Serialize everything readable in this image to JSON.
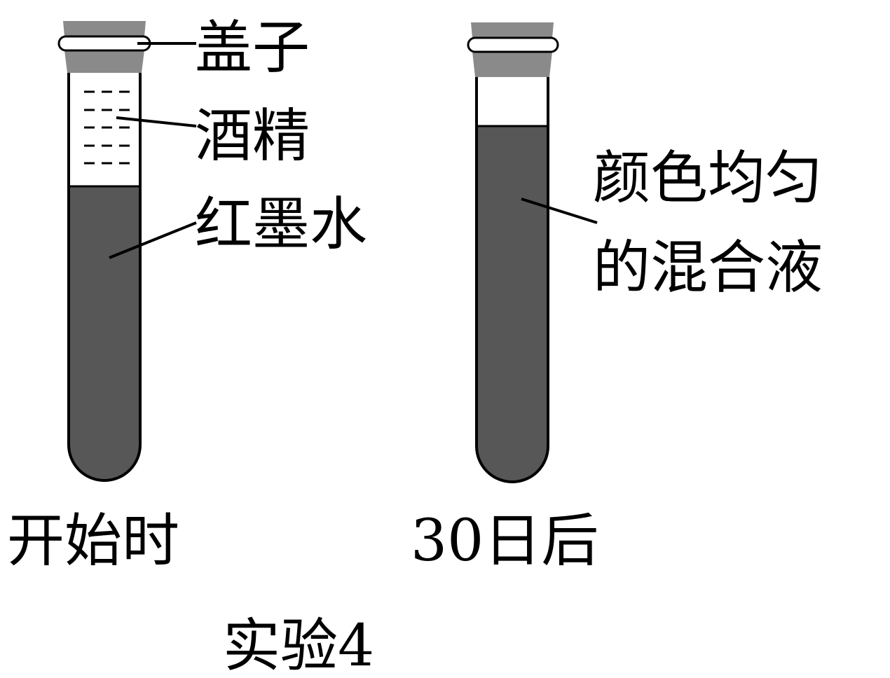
{
  "colors": {
    "liquid": "#575757",
    "stopper": "#8a8a8a",
    "outline": "#000000",
    "background": "#ffffff"
  },
  "left_tube": {
    "label_cap": "盖子",
    "label_alcohol": "酒精",
    "label_ink": "红墨水",
    "caption": "开始时"
  },
  "right_tube": {
    "label_line1": "颜色均匀",
    "label_line2": "的混合液",
    "caption": "30日后"
  },
  "experiment_title": "实验4"
}
